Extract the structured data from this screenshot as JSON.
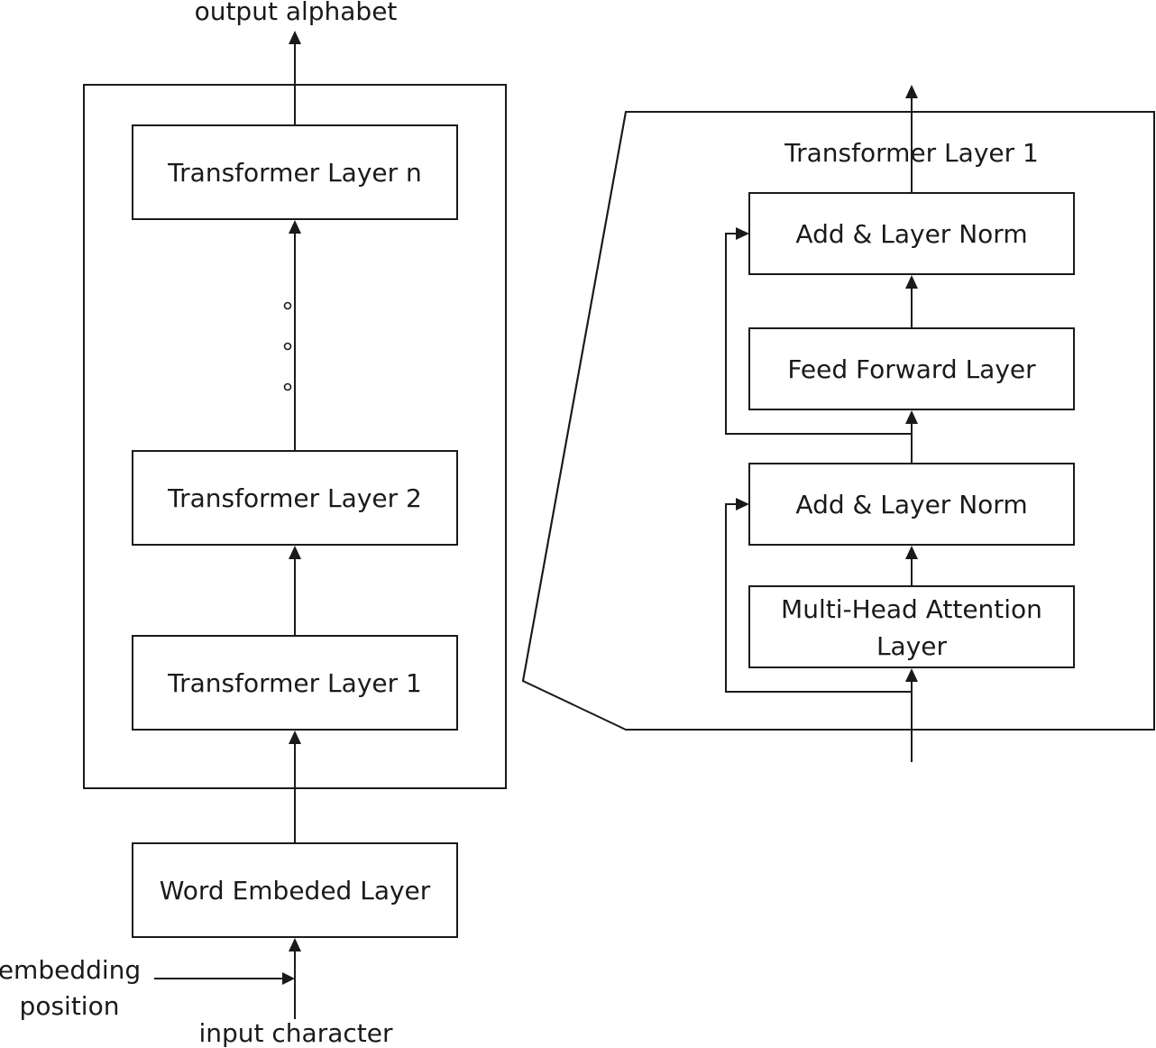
{
  "labels": {
    "output": "output alphabet",
    "input": "input character",
    "side_embedding": "embedding",
    "side_position": "position"
  },
  "left_stack": {
    "layer_n": "Transformer Layer n",
    "layer_2": "Transformer Layer 2",
    "layer_1": "Transformer Layer 1",
    "embed": "Word Embeded Layer"
  },
  "detail": {
    "title": "Transformer Layer 1",
    "add_norm_top": "Add & Layer Norm",
    "feed_forward": "Feed Forward Layer",
    "add_norm_bottom": "Add & Layer Norm",
    "mha_line1": "Multi-Head Attention",
    "mha_line2": "Layer"
  }
}
